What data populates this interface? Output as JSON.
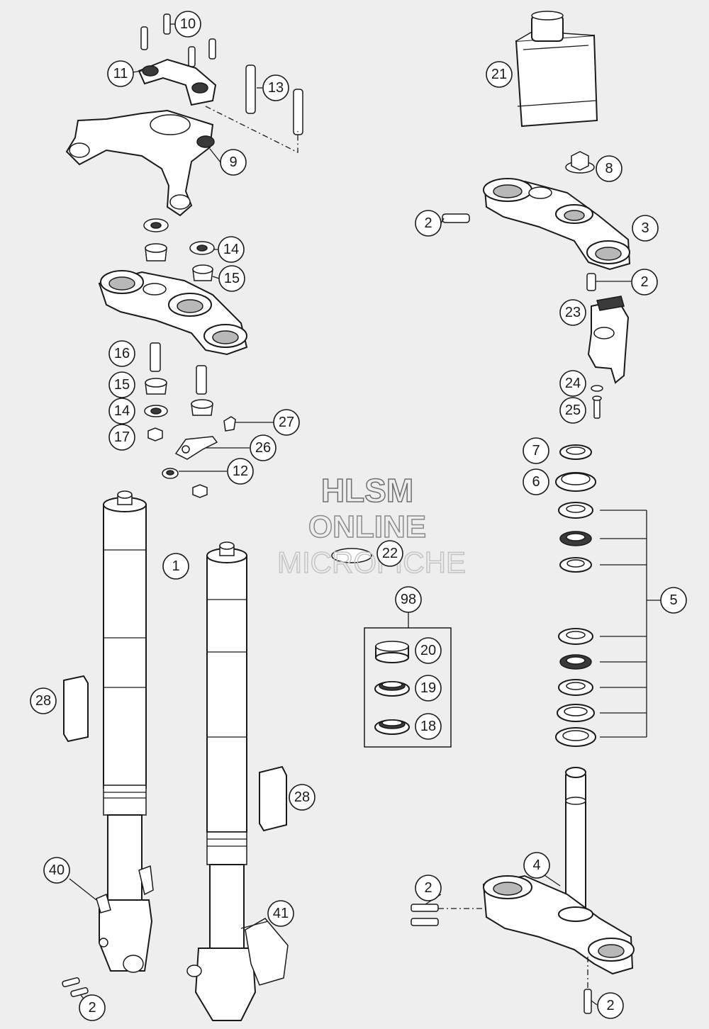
{
  "watermark": {
    "line1": "HLSM",
    "line2": "ONLINE",
    "line3": "MICROFICHE"
  },
  "callouts": {
    "c1": "1",
    "c2a": "2",
    "c2b": "2",
    "c2c": "2",
    "c2d": "2",
    "c2e": "2",
    "c3": "3",
    "c4": "4",
    "c5": "5",
    "c6": "6",
    "c7": "7",
    "c8": "8",
    "c9": "9",
    "c10": "10",
    "c11": "11",
    "c12": "12",
    "c13": "13",
    "c14a": "14",
    "c14b": "14",
    "c15a": "15",
    "c15b": "15",
    "c16": "16",
    "c17": "17",
    "c18": "18",
    "c19": "19",
    "c20": "20",
    "c21": "21",
    "c22": "22",
    "c23": "23",
    "c24": "24",
    "c25": "25",
    "c26": "26",
    "c27": "27",
    "c28a": "28",
    "c28b": "28",
    "c40": "40",
    "c41": "41",
    "c98": "98"
  },
  "colors": {
    "line": "#1a1a1a",
    "background": "#eeeeee",
    "part_fill": "#ffffff"
  }
}
